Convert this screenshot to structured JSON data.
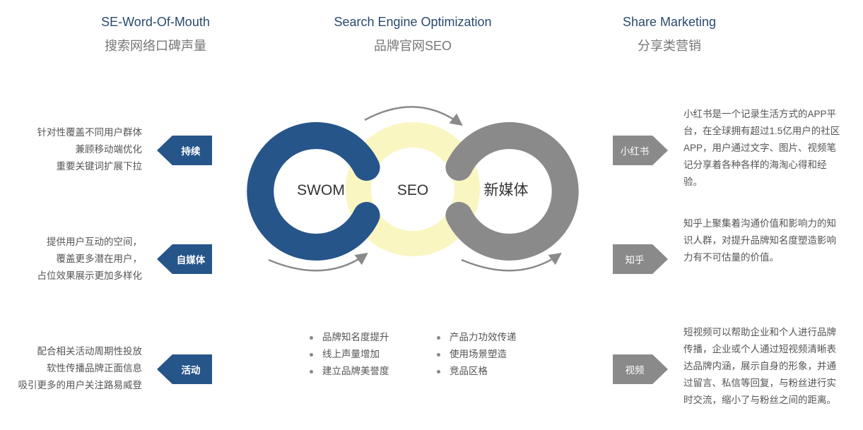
{
  "headers": [
    {
      "en": "SE-Word-Of-Mouth",
      "cn": "搜索网络口碑声量"
    },
    {
      "en": "Search Engine Optimization",
      "cn": "品牌官网SEO"
    },
    {
      "en": "Share Marketing",
      "cn": "分享类营销"
    }
  ],
  "left": [
    {
      "tag": "持续",
      "lines": [
        "针对性覆盖不同用户群体",
        "兼顾移动端优化",
        "重要关键词扩展下拉"
      ]
    },
    {
      "tag": "自媒体",
      "lines": [
        "提供用户互动的空间，",
        "覆盖更多潜在用户，",
        "占位效果展示更加多样化"
      ]
    },
    {
      "tag": "活动",
      "lines": [
        "配合相关活动周期性投放",
        "软性传播品牌正面信息",
        "吸引更多的用户关注路易威登"
      ]
    }
  ],
  "right": [
    {
      "tag": "小红书",
      "text": "小红书是一个记录生活方式的APP平台，在全球拥有超过1.5亿用户的社区APP，用户通过文字、图片、视频笔记分享着各种各样的海淘心得和经验。"
    },
    {
      "tag": "知乎",
      "text": "知乎上聚集着沟通价值和影响力的知识人群，对提升品牌知名度塑造影响力有不可估量的价值。"
    },
    {
      "tag": "视频",
      "text": "短视频可以帮助企业和个人进行品牌传播，企业或个人通过短视频清晰表达品牌内涵，展示自身的形象，并通过留言、私信等回复，与粉丝进行实时交流，缩小了与粉丝之间的距离。"
    }
  ],
  "center": {
    "left": "SWOM",
    "middle": "SEO",
    "right": "新媒体"
  },
  "bullets_left": [
    "品牌知名度提升",
    "线上声量增加",
    "建立品牌美誉度"
  ],
  "bullets_right": [
    "产品力功效传递",
    "使用场景塑造",
    "竞品区格"
  ],
  "colors": {
    "blue": "#26558a",
    "gray": "#8a8a8a",
    "yellow": "#faf6c2",
    "arrow": "#8a8a8a"
  }
}
